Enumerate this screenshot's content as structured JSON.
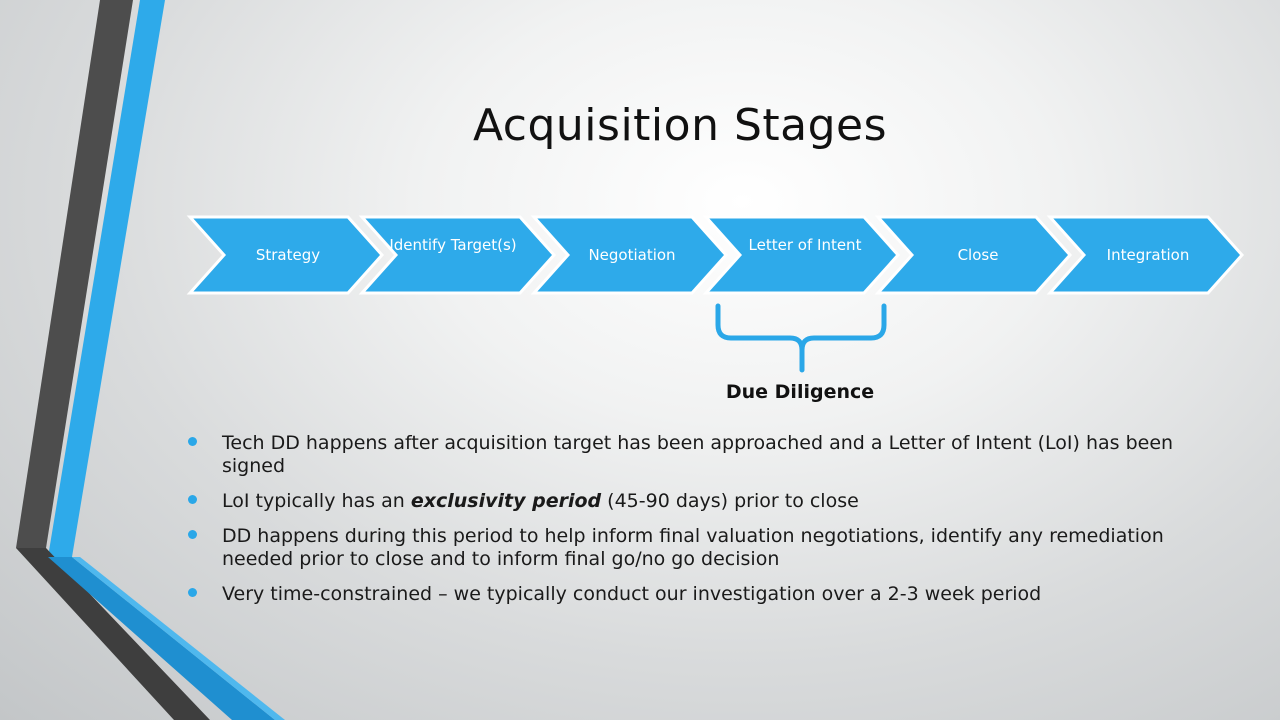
{
  "slide": {
    "title": "Acquisition Stages",
    "colors": {
      "accent": "#2eaaea",
      "chevron_fill": "#2eaaea",
      "bracket": "#2aa7e8",
      "stripe_dark": "#4a4a4a",
      "stripe_blue": "#2eaaea"
    }
  },
  "process": {
    "stages": [
      {
        "label": "Strategy"
      },
      {
        "label": "Identify Target(s)"
      },
      {
        "label": "Negotiation"
      },
      {
        "label": "Letter of Intent"
      },
      {
        "label": "Close"
      },
      {
        "label": "Integration"
      }
    ],
    "bracket_label": "Due Diligence"
  },
  "bullets": [
    {
      "text": "Tech DD happens after acquisition target has been approached and a Letter of Intent (LoI) has been signed"
    },
    {
      "before": "LoI typically has an ",
      "emphasis": "exclusivity period",
      "after": " (45-90 days) prior to close"
    },
    {
      "text": "DD happens during this period to help inform final valuation negotiations, identify any remediation needed prior to close and to inform final go/no go decision"
    },
    {
      "text": "Very time-constrained – we typically conduct our investigation over a 2-3 week period"
    }
  ]
}
